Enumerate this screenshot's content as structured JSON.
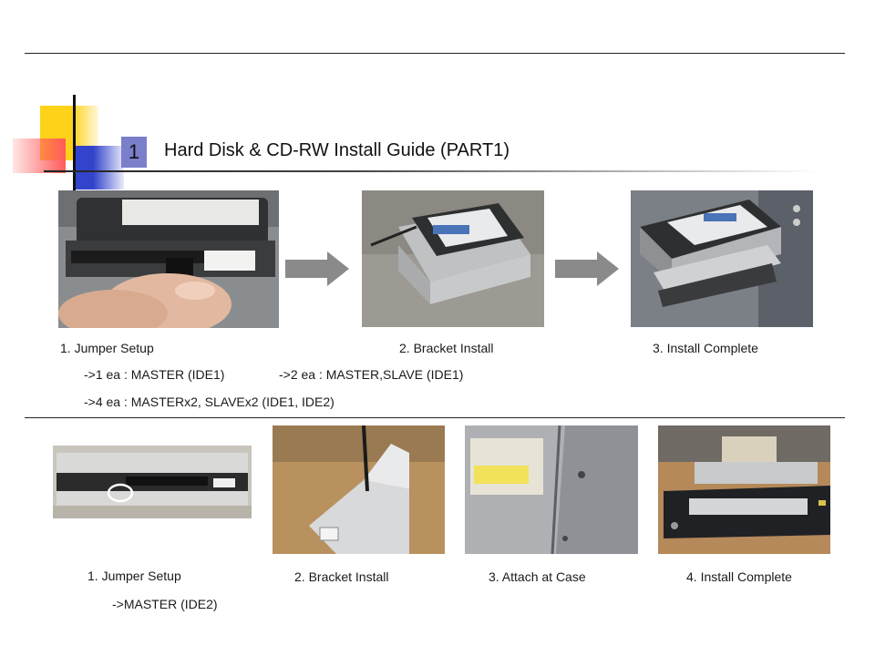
{
  "header": {
    "step_number": "1",
    "title": "Hard Disk & CD-RW Install Guide (PART1)"
  },
  "hdd_section": {
    "captions": [
      "1. Jumper Setup",
      "2. Bracket Install",
      "3. Install Complete"
    ],
    "notes": [
      "->1 ea : MASTER (IDE1)",
      "->2 ea : MASTER,SLAVE (IDE1)",
      "->4 ea : MASTERx2, SLAVEx2 (IDE1, IDE2)"
    ]
  },
  "cdrw_section": {
    "captions": [
      "1. Jumper Setup",
      "2. Bracket Install",
      "3. Attach at Case",
      "4. Install Complete"
    ],
    "notes": [
      "->MASTER (IDE2)"
    ]
  },
  "colors": {
    "accent_yellow": "#ffd21a",
    "accent_blue": "#3344cc",
    "accent_red": "#ff5a5a",
    "badge": "#7a7fcc",
    "arrow": "#8a8a8a"
  }
}
